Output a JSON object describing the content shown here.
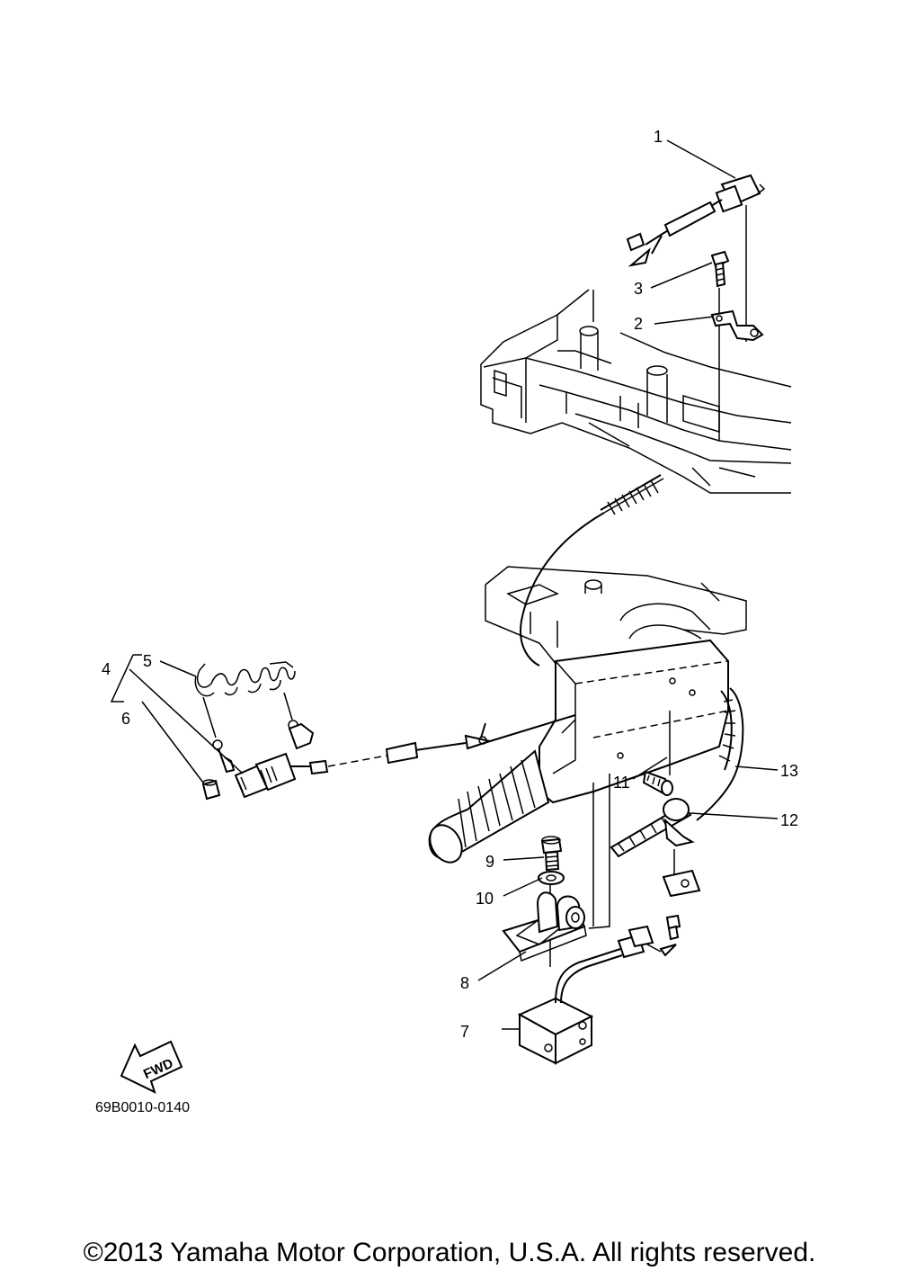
{
  "callouts": {
    "p1": "1",
    "p2": "2",
    "p3": "3",
    "p4": "4",
    "p5": "5",
    "p6": "6",
    "p7": "7",
    "p8": "8",
    "p9": "9",
    "p10": "10",
    "p11": "11",
    "p12": "12",
    "p13": "13"
  },
  "fwd_label": "FWD",
  "drawing_code": "69B0010-0140",
  "copyright": "©2013 Yamaha Motor Corporation, U.S.A. All rights reserved."
}
